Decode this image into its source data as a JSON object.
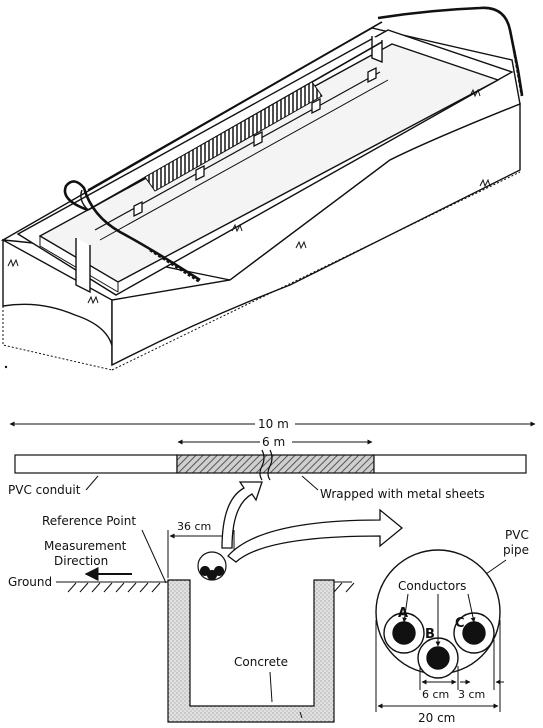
{
  "labels": {
    "total_length": "10 m",
    "wrapped_length": "6 m",
    "pvc_conduit": "PVC conduit",
    "wrapped_with": "Wrapped with metal sheets",
    "reference_point": "Reference Point",
    "measurement_line1": "Measurement",
    "measurement_line2": "Direction",
    "ground": "Ground",
    "width_36": "36 cm",
    "concrete": "Concrete",
    "pvc_line1": "PVC",
    "pvc_line2": "pipe",
    "conductors": "Conductors",
    "cond_a": "A",
    "cond_b": "B",
    "cond_c": "C",
    "spacing_6": "6 cm",
    "spacing_3": "3 cm",
    "pipe_20": "20 cm"
  },
  "colors": {
    "line": "#111111",
    "hatch": "#555555",
    "concrete": "#d8d8d8"
  }
}
